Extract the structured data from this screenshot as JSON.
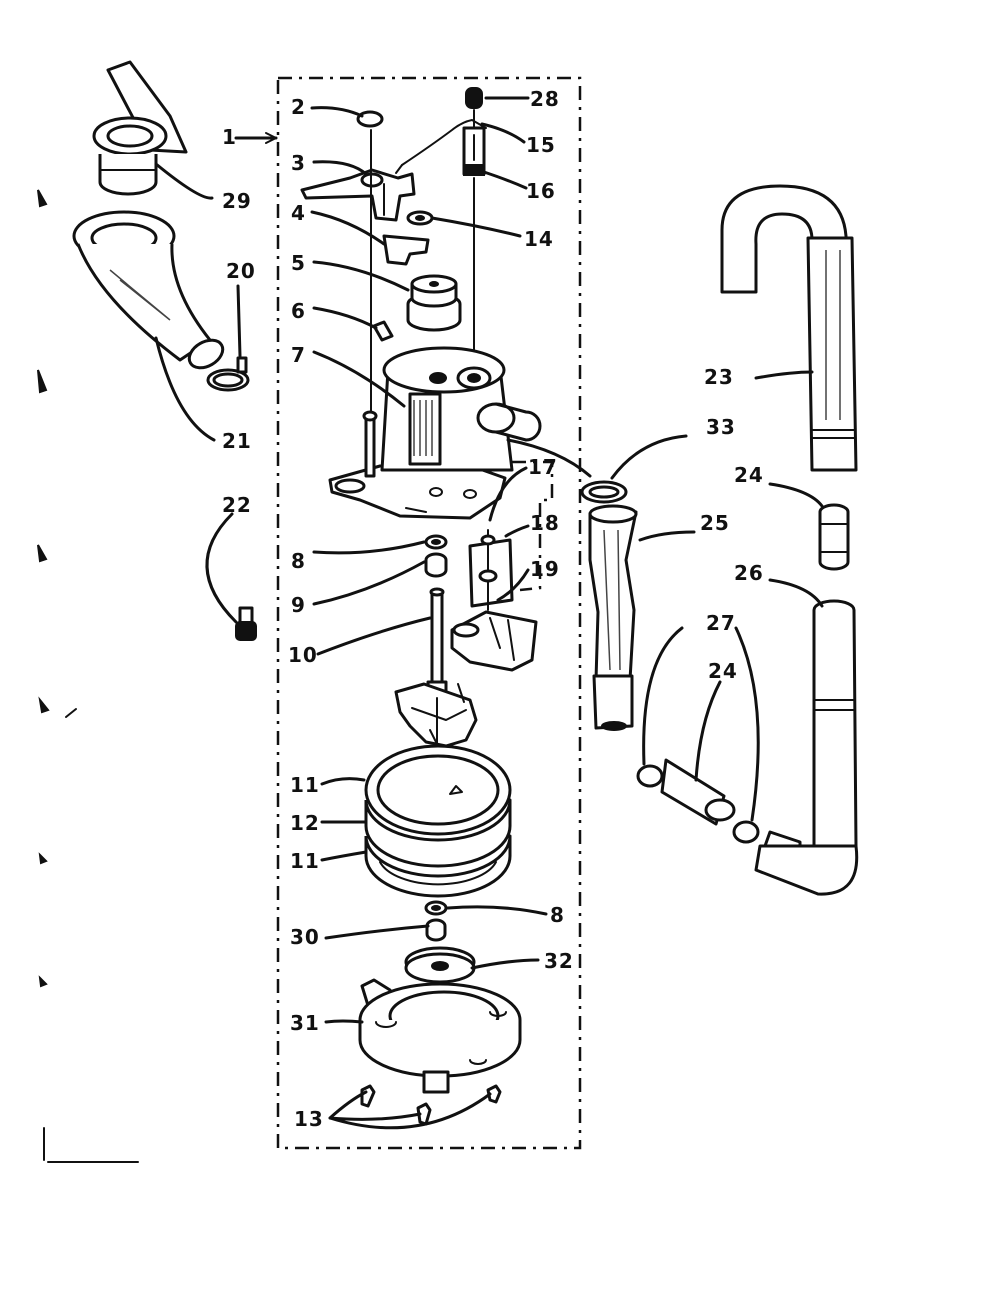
{
  "callouts": [
    {
      "id": "c1",
      "text": "1"
    },
    {
      "id": "c2",
      "text": "2"
    },
    {
      "id": "c3",
      "text": "3"
    },
    {
      "id": "c4",
      "text": "4"
    },
    {
      "id": "c5",
      "text": "5"
    },
    {
      "id": "c6",
      "text": "6"
    },
    {
      "id": "c7",
      "text": "7"
    },
    {
      "id": "c8a",
      "text": "8"
    },
    {
      "id": "c8b",
      "text": "8"
    },
    {
      "id": "c9",
      "text": "9"
    },
    {
      "id": "c10",
      "text": "10"
    },
    {
      "id": "c11a",
      "text": "11"
    },
    {
      "id": "c11b",
      "text": "11"
    },
    {
      "id": "c12",
      "text": "12"
    },
    {
      "id": "c13",
      "text": "13"
    },
    {
      "id": "c14",
      "text": "14"
    },
    {
      "id": "c15",
      "text": "15"
    },
    {
      "id": "c16",
      "text": "16"
    },
    {
      "id": "c17",
      "text": "17"
    },
    {
      "id": "c18",
      "text": "18"
    },
    {
      "id": "c19",
      "text": "19"
    },
    {
      "id": "c20",
      "text": "20"
    },
    {
      "id": "c21",
      "text": "21"
    },
    {
      "id": "c22",
      "text": "22"
    },
    {
      "id": "c23",
      "text": "23"
    },
    {
      "id": "c24a",
      "text": "24"
    },
    {
      "id": "c24b",
      "text": "24"
    },
    {
      "id": "c25",
      "text": "25"
    },
    {
      "id": "c26",
      "text": "26"
    },
    {
      "id": "c27",
      "text": "27"
    },
    {
      "id": "c28",
      "text": "28"
    },
    {
      "id": "c29",
      "text": "29"
    },
    {
      "id": "c30",
      "text": "30"
    },
    {
      "id": "c31",
      "text": "31"
    },
    {
      "id": "c32",
      "text": "32"
    },
    {
      "id": "c33",
      "text": "33"
    }
  ]
}
